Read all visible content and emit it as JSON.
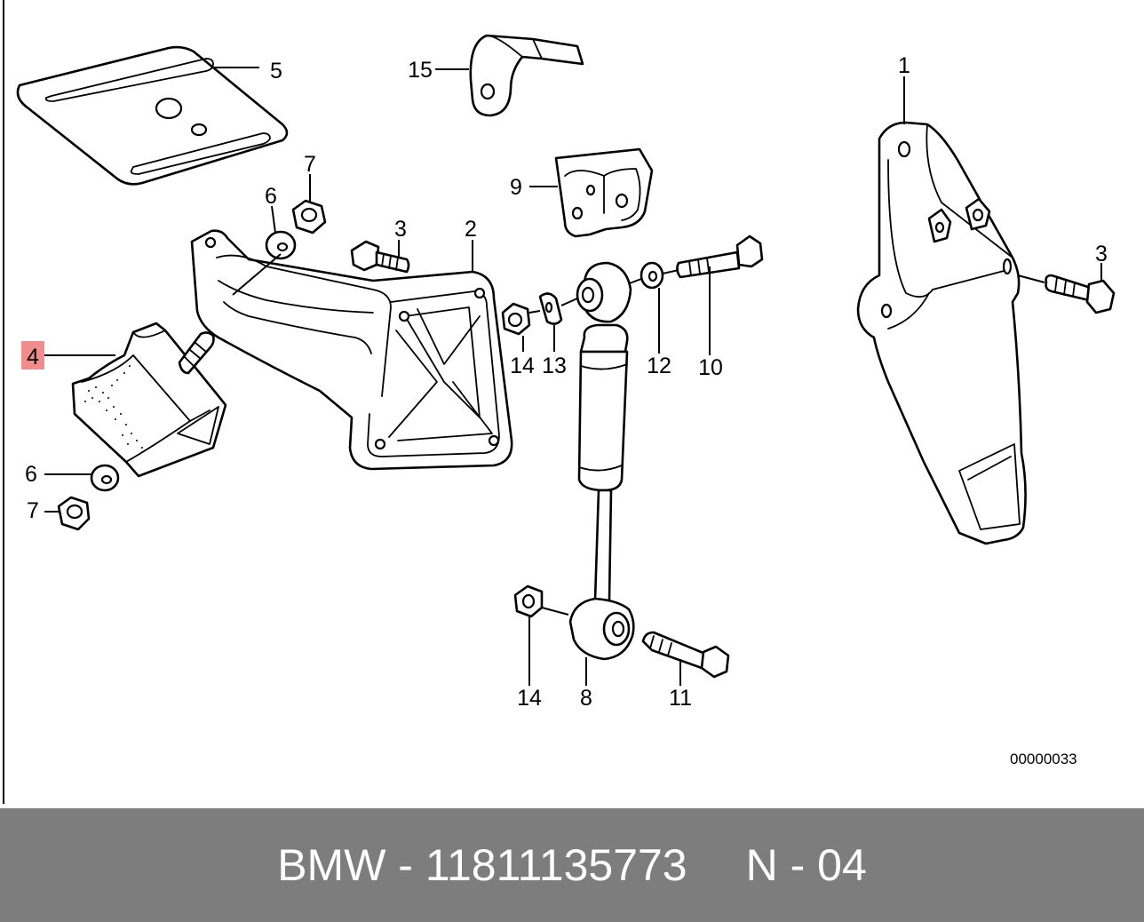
{
  "diagram": {
    "reference_code": "00000033",
    "highlighted_callout": "4",
    "highlight_color": "#f28b8b",
    "callouts": {
      "c1": "1",
      "c2": "2",
      "c3a": "3",
      "c3b": "3",
      "c4": "4",
      "c5": "5",
      "c6a": "6",
      "c6b": "6",
      "c7a": "7",
      "c7b": "7",
      "c8": "8",
      "c9": "9",
      "c10": "10",
      "c11": "11",
      "c12": "12",
      "c13": "13",
      "c14a": "14",
      "c14b": "14",
      "c15": "15"
    }
  },
  "footer": {
    "brand": "BMW",
    "separator": "-",
    "part_number": "11811135773",
    "position_code": "N - 04",
    "background_color": "#7d7d7d"
  }
}
